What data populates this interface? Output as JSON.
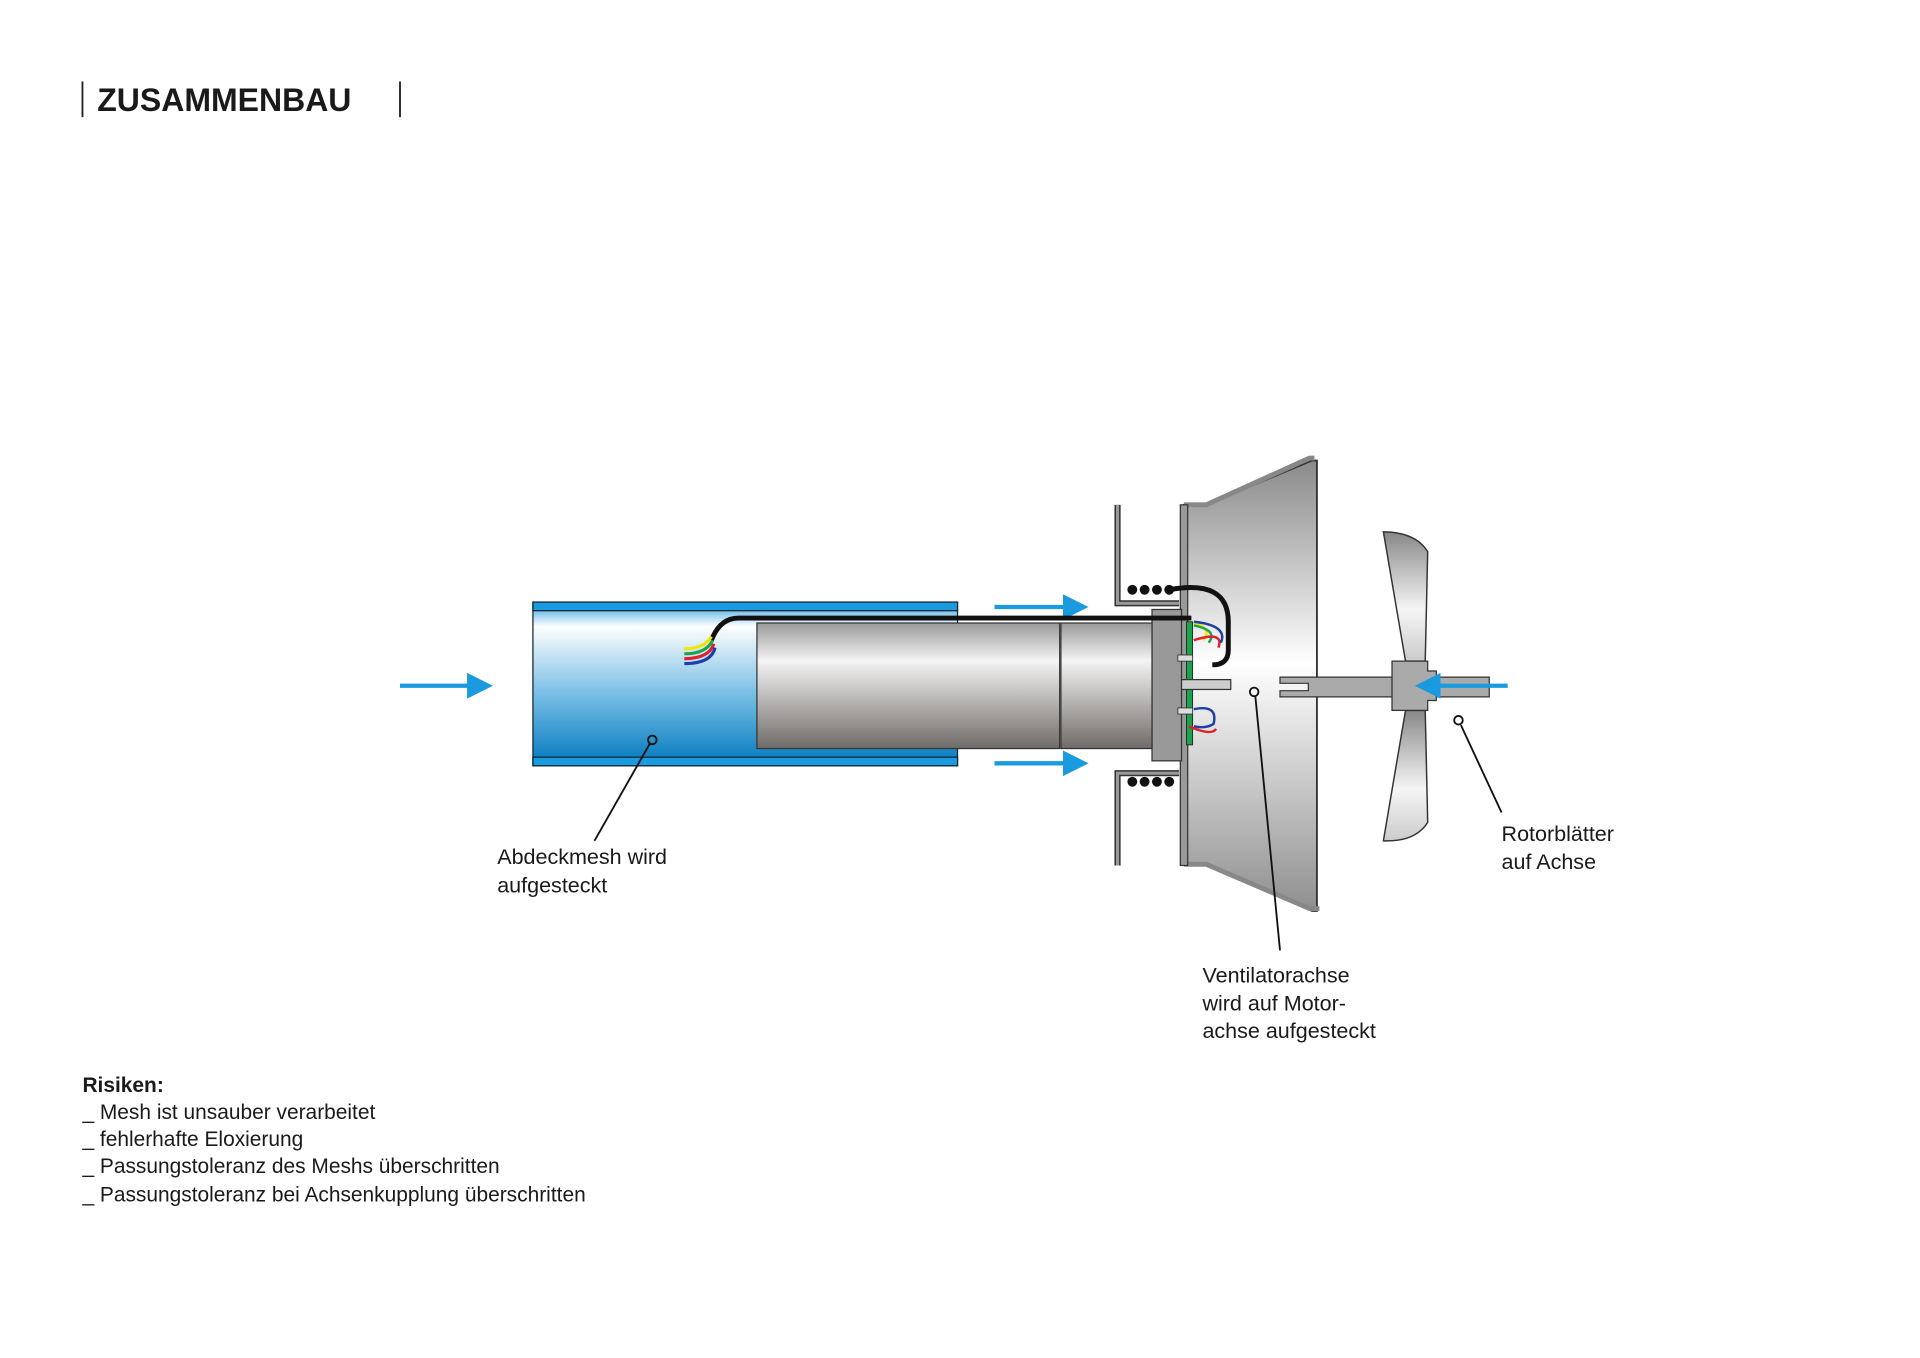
{
  "title": "ZUSAMMENBAU",
  "labels": {
    "mesh": [
      "Abdeckmesh wird",
      "aufgesteckt"
    ],
    "axle": [
      "Ventilatorachse",
      "wird auf Motor-",
      "achse aufgesteckt"
    ],
    "rotor": [
      "Rotorblätter",
      "auf Achse"
    ]
  },
  "risks": {
    "heading": "Risiken:",
    "items": [
      "_ Mesh ist unsauber verarbeitet",
      "_ fehlerhafte Eloxierung",
      "_ Passungstoleranz des Meshs überschritten",
      "_ Passungstoleranz bei Achsenkupplung überschritten"
    ]
  },
  "colors": {
    "arrow": "#1a9be0",
    "tube": "#0a86c8",
    "wire_yellow": "#f2e600",
    "wire_green": "#1aa34a",
    "wire_red": "#e0202a",
    "wire_blue": "#1c3fa8"
  }
}
